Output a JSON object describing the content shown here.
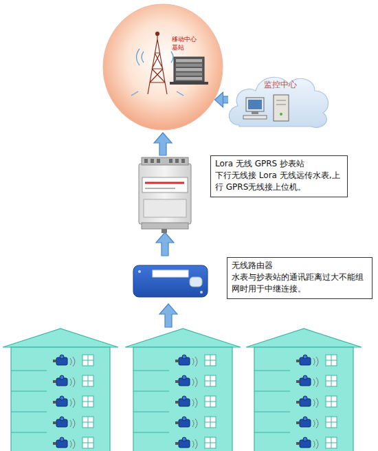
{
  "diagram": {
    "nodes": [
      {
        "text": [
          "移动中心基站"
        ]
      },
      {
        "text": [
          "监控中心"
        ]
      },
      {
        "text": [
          "Lora 无线 GPRS 抄表站",
          "下行无线接 Lora 无线远传水表,上行 GPRS无线接上位机。"
        ]
      },
      {
        "text": [
          "无线路由器",
          "水表与抄表站的通讯距离过大不能组网时用于中继连接。"
        ]
      }
    ],
    "edges": [
      {
        "from": 1,
        "to": 0,
        "arrow": "to"
      }
    ]
  }
}
